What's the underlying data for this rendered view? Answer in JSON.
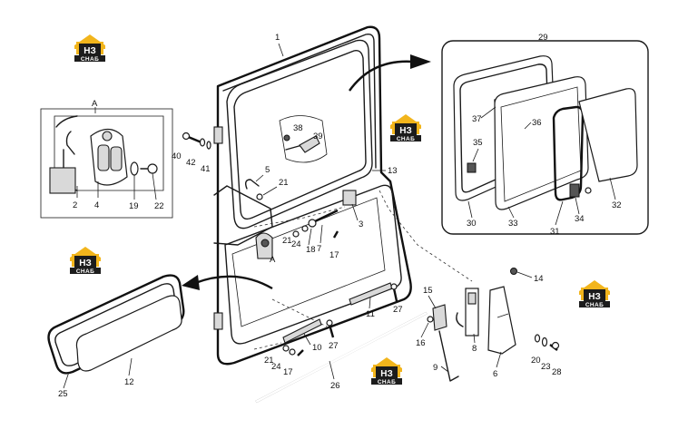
{
  "logo": {
    "letters": "НЗ",
    "caption": "СНАБ",
    "house_color": "#f2b51c",
    "block_color": "#1c1c1c"
  },
  "detail_label": "A",
  "callouts": {
    "c1": "1",
    "c2": "2",
    "c3": "3",
    "c4": "4",
    "c5": "5",
    "c6": "6",
    "c7": "7",
    "c8": "8",
    "c9": "9",
    "c10": "10",
    "c11": "11",
    "c12": "12",
    "c13": "13",
    "c14": "14",
    "c15": "15",
    "c16": "16",
    "c17": "17",
    "c17b": "17",
    "c18": "18",
    "c19": "19",
    "c20": "20",
    "c21": "21",
    "c21b": "21",
    "c21c": "21",
    "c22": "22",
    "c23": "23",
    "c24": "24",
    "c24b": "24",
    "c25": "25",
    "c26": "26",
    "c27": "27",
    "c27b": "27",
    "c28": "28",
    "c29": "29",
    "c30": "30",
    "c31": "31",
    "c32": "32",
    "c33": "33",
    "c34": "34",
    "c35": "35",
    "c36": "36",
    "c37": "37",
    "c38": "38",
    "c39": "39",
    "c40": "40",
    "c41": "41",
    "c42": "42",
    "cA": "A"
  }
}
